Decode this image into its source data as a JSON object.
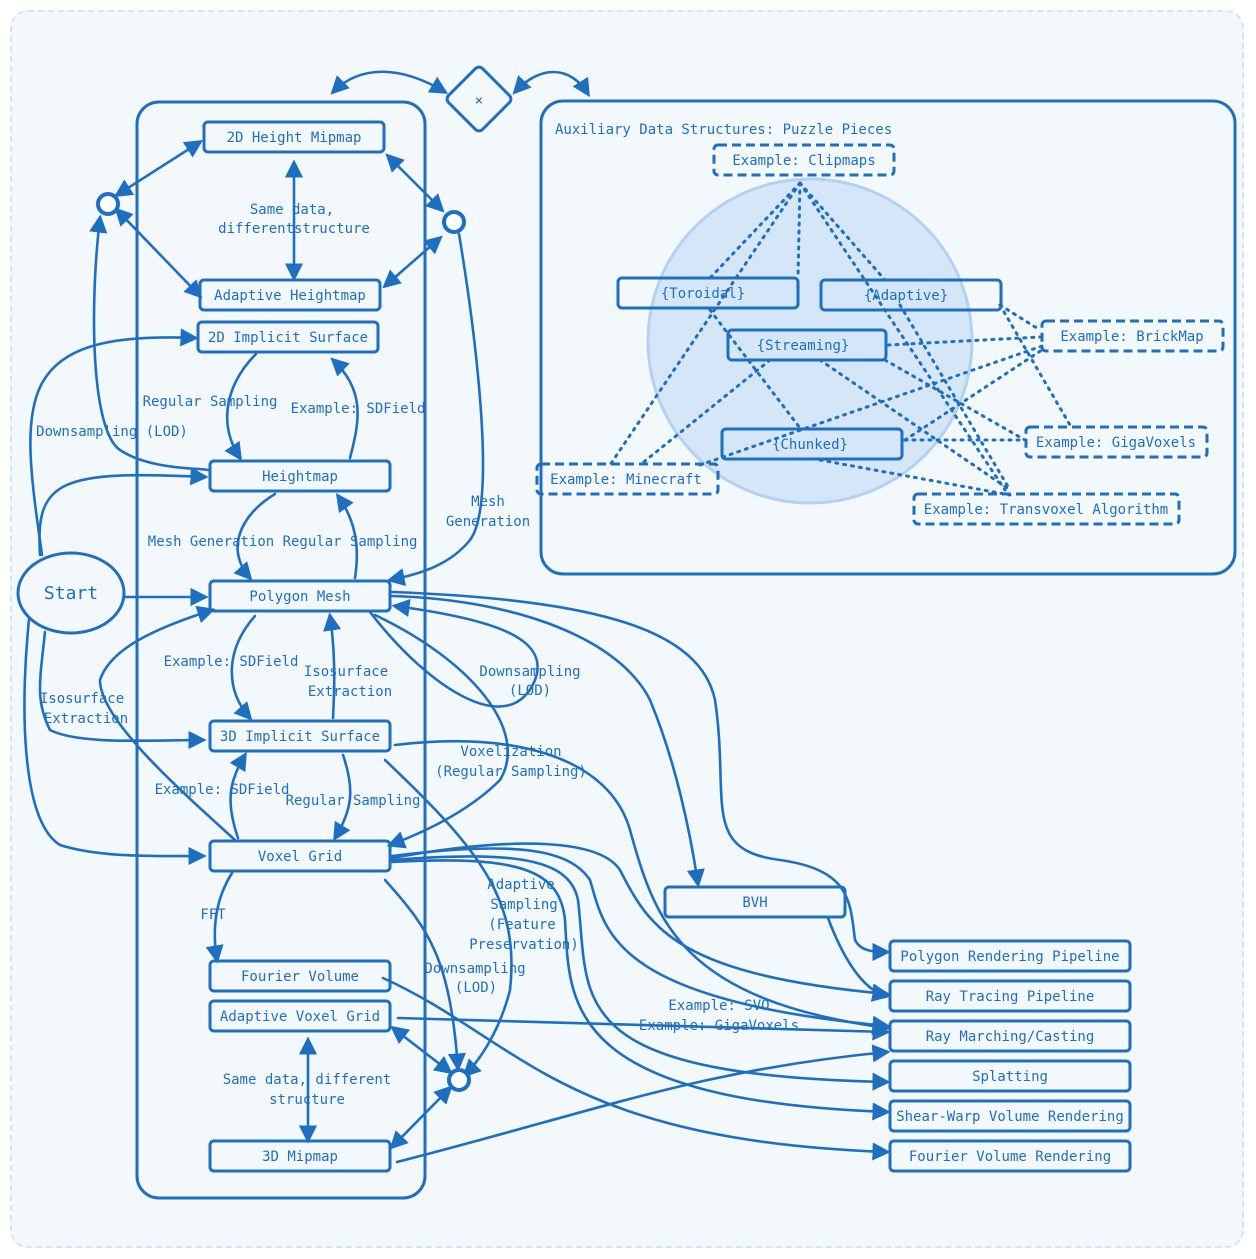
{
  "nodes": {
    "start": "Start",
    "height_mipmap_2d": "2D Height Mipmap",
    "adaptive_heightmap": "Adaptive Heightmap",
    "implicit_surface_2d": "2D Implicit Surface",
    "heightmap": "Heightmap",
    "polygon_mesh": "Polygon Mesh",
    "implicit_surface_3d": "3D Implicit Surface",
    "voxel_grid": "Voxel Grid",
    "fourier_volume": "Fourier Volume",
    "adaptive_voxel_grid": "Adaptive Voxel Grid",
    "mipmap_3d": "3D Mipmap",
    "bvh": "BVH",
    "decision": "×"
  },
  "auxiliary": {
    "title": "Auxiliary Data Structures: Puzzle Pieces",
    "clipmaps": "Example: Clipmaps",
    "toroidal": "{Toroidal}",
    "adaptive": "{Adaptive}",
    "streaming": "{Streaming}",
    "chunked": "{Chunked}",
    "brickmap": "Example: BrickMap",
    "gigavoxels": "Example: GigaVoxels",
    "minecraft": "Example: Minecraft",
    "transvoxel": "Example: Transvoxel Algorithm"
  },
  "pipelines": {
    "polygon_rendering": "Polygon Rendering Pipeline",
    "ray_tracing": "Ray Tracing Pipeline",
    "ray_marching": "Ray Marching/Casting",
    "splatting": "Splatting",
    "shear_warp": "Shear-Warp Volume Rendering",
    "fourier_rendering": "Fourier Volume Rendering"
  },
  "edge_labels": {
    "same_data_1": "Same data,",
    "same_data_2": "differentstructure",
    "regular_sampling_a": "Regular Sampling",
    "example_sdfield_a": "Example: SDField",
    "downsampling_lod_left": "Downsampling (LOD)",
    "mesh_generation_right_1": "Mesh",
    "mesh_generation_right_2": "Generation",
    "mesh_generation": "Mesh Generation",
    "regular_sampling_b": "Regular Sampling",
    "example_sdfield_b": "Example: SDField",
    "isosurface_extraction_mid_1": "Isosurface",
    "isosurface_extraction_mid_2": "Extraction",
    "isosurface_extraction_left_1": "Isosurface",
    "isosurface_extraction_left_2": "Extraction",
    "downsampling_lod_mesh_1": "Downsampling",
    "downsampling_lod_mesh_2": "(LOD)",
    "voxelization_1": "Voxelization",
    "voxelization_2": "(Regular Sampling)",
    "example_sdfield_c": "Example: SDField",
    "regular_sampling_c": "Regular Sampling",
    "fft": "FFT",
    "adaptive_sampling_1": "Adaptive",
    "adaptive_sampling_2": "Sampling",
    "adaptive_sampling_3": "(Feature",
    "adaptive_sampling_4": "Preservation)",
    "downsampling_lod_voxel_1": "Downsampling",
    "downsampling_lod_voxel_2": "(LOD)",
    "example_svo": "Example: SVO",
    "example_gigavoxels": "Example: GigaVoxels",
    "same_data_voxel_1": "Same data, different",
    "same_data_voxel_2": "structure"
  },
  "colors": {
    "stroke": "#1e6fc0",
    "background": "#f3f8fc",
    "venn_fill": "#cfe3f8"
  }
}
